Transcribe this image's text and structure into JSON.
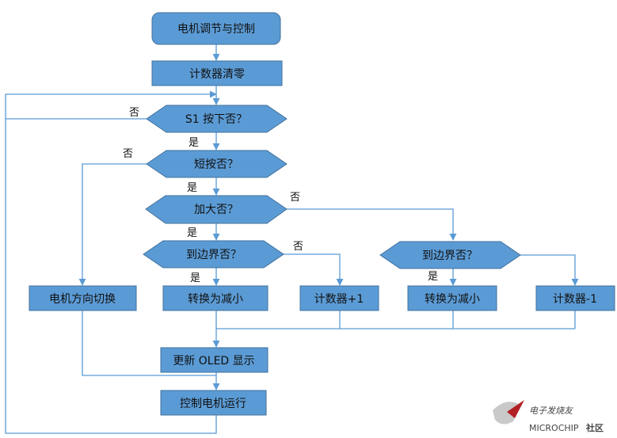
{
  "flowchart": {
    "start": "电机调节与控制",
    "clear_counter": "计数器清零",
    "decision_s1": "S1 按下否？",
    "decision_short": "短按否？",
    "decision_increase": "加大否？",
    "decision_boundary_left": "到边界否？",
    "decision_boundary_right": "到边界否？",
    "switch_direction": "电机方向切换",
    "convert_decrease_left": "转换为减小",
    "counter_plus": "计数器+1",
    "convert_decrease_right": "转换为减小",
    "counter_minus": "计数器-1",
    "update_oled": "更新 OLED 显示",
    "control_motor": "控制电机运行",
    "label_yes": "是",
    "label_no": "否"
  },
  "watermark": {
    "line1": "电子发烧友",
    "line2": "MICROCHIP",
    "line3": "社区"
  },
  "colors": {
    "node_fill": "#5b9bd5",
    "node_stroke": "#41719c",
    "line": "#5b9bd5"
  }
}
